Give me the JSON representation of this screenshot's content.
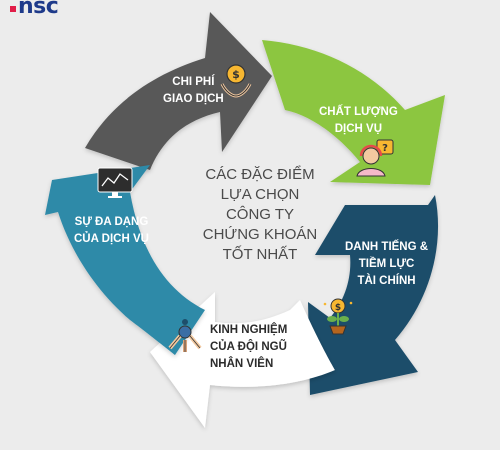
{
  "brand": {
    "logo_text": "nsc"
  },
  "center": {
    "lines": [
      "CÁC ĐẶC ĐIỂM",
      "LỰA CHỌN",
      "CÔNG TY",
      "CHỨNG KHOÁN",
      "TỐT NHẤT"
    ]
  },
  "segments": [
    {
      "lines": [
        "CHI PHÍ",
        "GIAO DỊCH"
      ],
      "color": "#595959",
      "icon": "money-hands-icon"
    },
    {
      "lines": [
        "CHẤT LƯỢNG",
        "DỊCH VỤ"
      ],
      "color": "#8cc63f",
      "icon": "customer-support-icon"
    },
    {
      "lines": [
        "DANH TIẾNG &",
        "TIỀM LỰC",
        "TÀI CHÍNH"
      ],
      "color": "#1d4e6b",
      "icon": "money-plant-icon"
    },
    {
      "lines": [
        "KINH NGHIỆM",
        "CỦA ĐỘI NGŨ",
        "NHÂN VIÊN"
      ],
      "color": "#ffffff",
      "icon": "teamwork-icon"
    },
    {
      "lines": [
        "SỰ ĐA DẠNG",
        "CỦA DỊCH VỤ"
      ],
      "color": "#2f8aa8",
      "icon": "monitor-chart-icon"
    }
  ]
}
